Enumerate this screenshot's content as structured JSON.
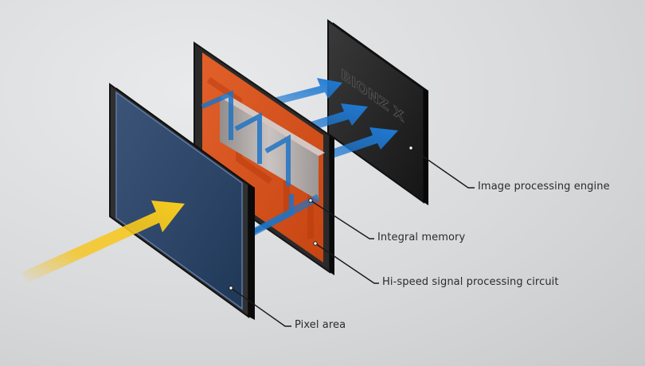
{
  "engine": {
    "logo_text": "BIONZ X"
  },
  "callouts": {
    "image_processing_engine": "Image processing engine",
    "integral_memory": "Integral memory",
    "signal_processing_circuit": "Hi-speed signal processing circuit",
    "pixel_area": "Pixel area"
  },
  "colors": {
    "background": "#dcdddf",
    "pixel_area_panel": "#2e4667",
    "circuit_panel": "#d8521c",
    "memory_block": "#a8a8a8",
    "engine_panel": "#1f1f20",
    "light_arrow": "#f5c019",
    "data_arrow": "#1d74c9",
    "frame": "#2a2a2a"
  }
}
